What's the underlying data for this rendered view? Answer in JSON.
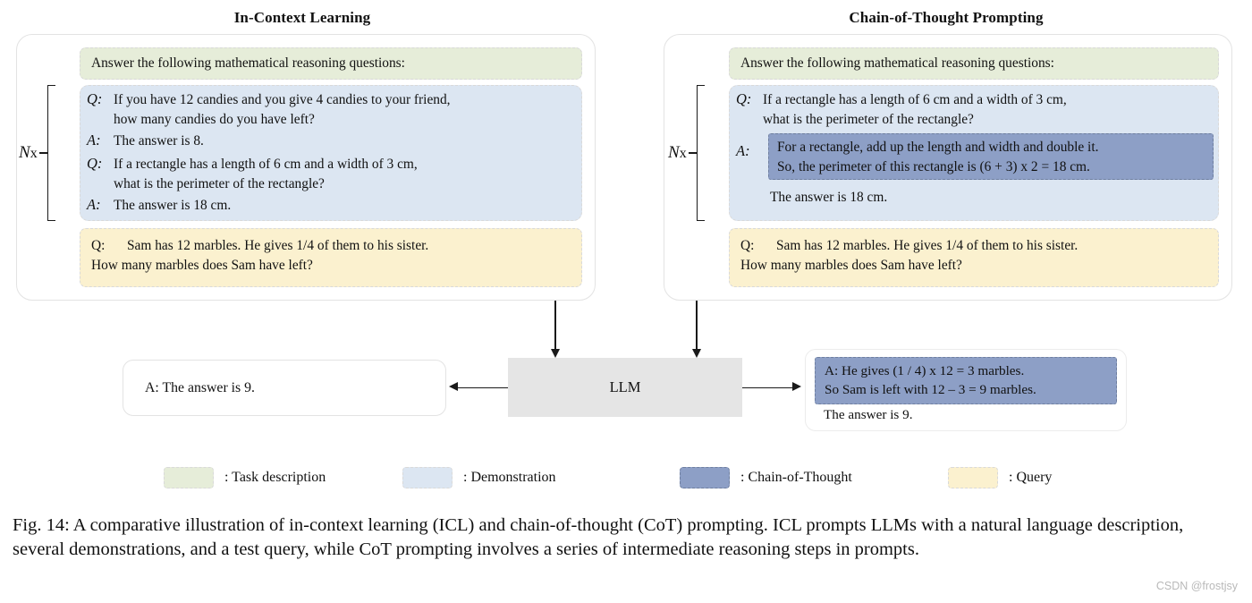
{
  "figure": {
    "caption": "Fig. 14: A comparative illustration of in-context learning (ICL) and chain-of-thought (CoT) prompting. ICL prompts LLMs with a natural language description, several demonstrations, and a test query, while CoT prompting involves a series of intermediate reasoning steps in prompts.",
    "watermark": "CSDN @frostjsy"
  },
  "panels": {
    "icl": {
      "title": "In-Context Learning",
      "task_description": "Answer the following mathematical reasoning questions:",
      "repeat_label_n": "N",
      "repeat_label_x": "x",
      "demonstrations": [
        {
          "label": "Q:",
          "line1": "If you have 12 candies and you give 4 candies to your friend,",
          "line2": "how many candies do you have left?"
        },
        {
          "label": "A:",
          "line1": "The answer is 8.",
          "line2": ""
        },
        {
          "label": "Q:",
          "line1": "If a rectangle has a length of 6 cm and a width of 3 cm,",
          "line2": "what is the perimeter of the rectangle?"
        },
        {
          "label": "A:",
          "line1": "The answer is 18 cm.",
          "line2": ""
        }
      ],
      "query": {
        "label": "Q:",
        "line1": "Sam has 12 marbles. He gives 1/4 of them to his sister.",
        "line2": "How many marbles does Sam have left?"
      }
    },
    "cot": {
      "title": "Chain-of-Thought Prompting",
      "task_description": "Answer the following mathematical reasoning questions:",
      "repeat_label_n": "N",
      "repeat_label_x": "x",
      "question": {
        "label": "Q:",
        "line1": "If a rectangle has a length of 6 cm and a width of 3 cm,",
        "line2": "what is the perimeter of the rectangle?"
      },
      "answer_label": "A:",
      "chain_of_thought": {
        "line1": "For a rectangle, add up the length and width and double it.",
        "line2": "So, the perimeter of this rectangle is (6 + 3) x 2 = 18 cm."
      },
      "answer_final": "The answer is 18 cm.",
      "query": {
        "label": "Q:",
        "line1": "Sam has 12 marbles. He gives 1/4 of them to his sister.",
        "line2": "How many marbles does Sam have left?"
      }
    }
  },
  "model": {
    "label": "LLM"
  },
  "outputs": {
    "left": {
      "text": "A: The answer is 9."
    },
    "right": {
      "cot_line1": "A: He gives (1 / 4) x 12 = 3 marbles.",
      "cot_line2": "So Sam is left with 12 – 3 = 9 marbles.",
      "answer": "The answer is 9."
    }
  },
  "legend": [
    {
      "label": ": Task description",
      "color": "#e6edd9"
    },
    {
      "label": ": Demonstration",
      "color": "#dce6f2"
    },
    {
      "label": ": Chain-of-Thought",
      "color": "#8d9fc6"
    },
    {
      "label": ": Query",
      "color": "#fbf1cf"
    }
  ],
  "colors": {
    "task_description": "#e6edd9",
    "demonstration": "#dce6f2",
    "chain_of_thought": "#8d9fc6",
    "query": "#fbf1cf",
    "llm_box": "#e5e5e5",
    "panel_border": "#e3e3e3"
  }
}
